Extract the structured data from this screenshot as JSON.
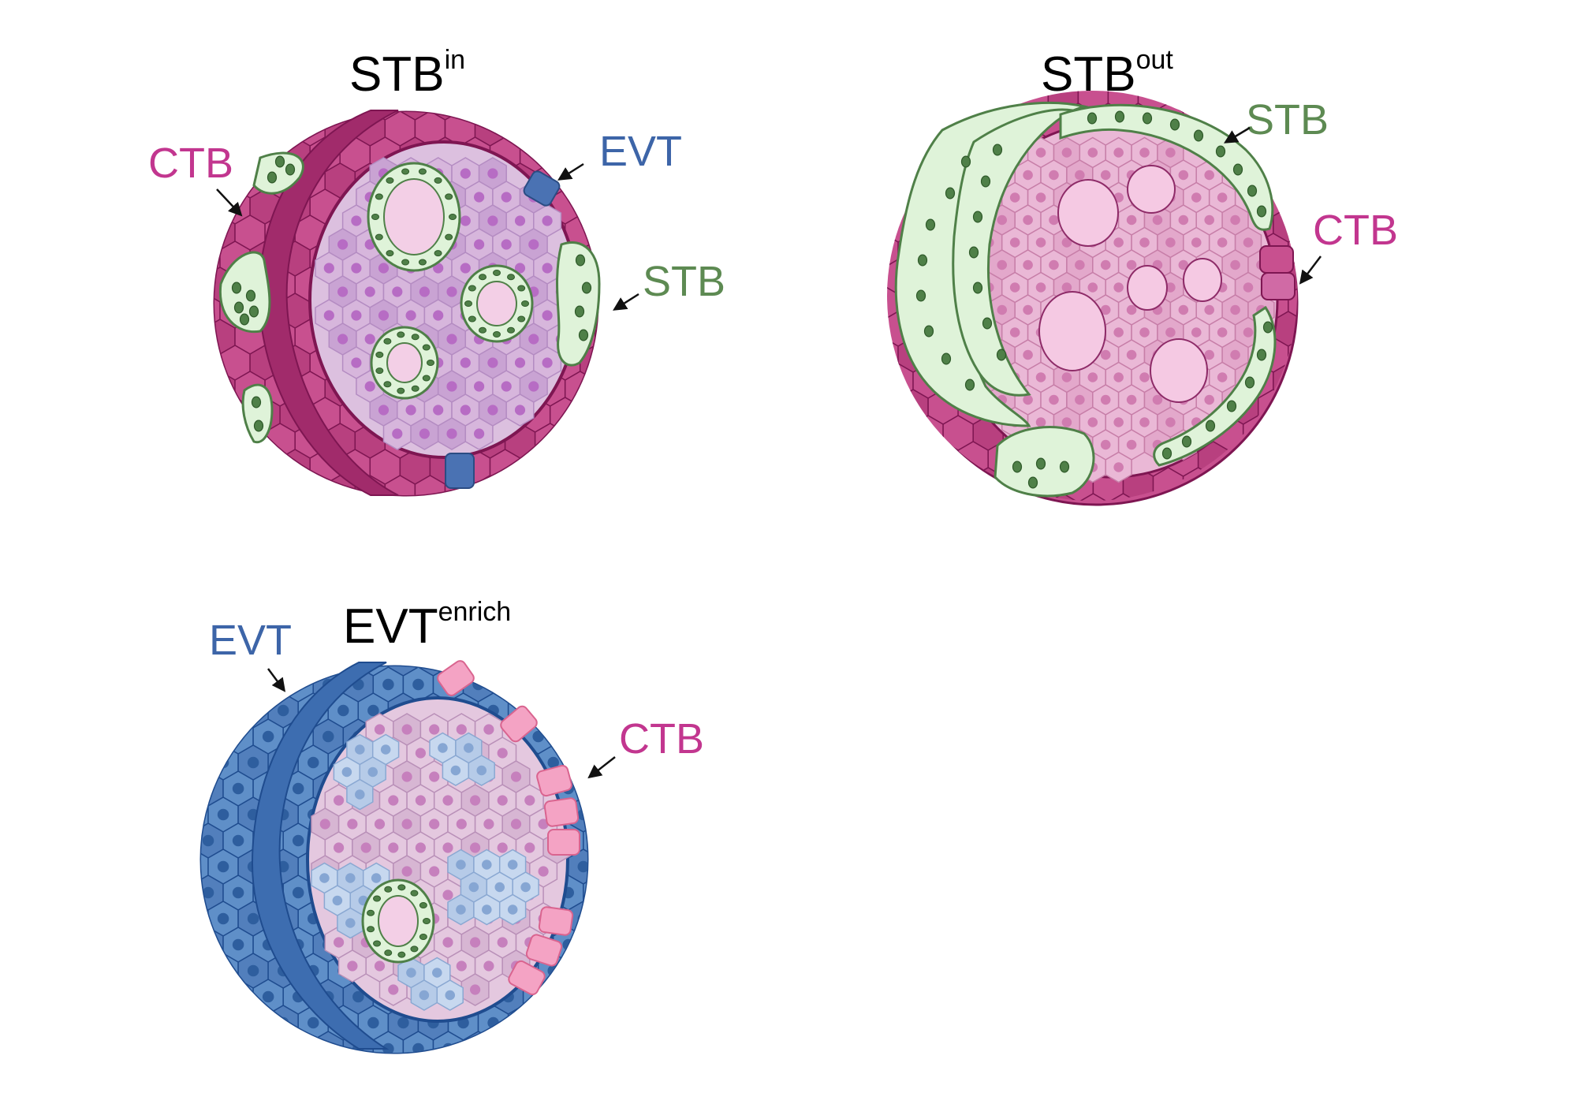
{
  "colors": {
    "ctb": "#c2368f",
    "evt": "#3d65a8",
    "stb": "#5d8a52",
    "ctb_cell_dark": "#b8407f",
    "ctb_cell_light": "#d97bb0",
    "stb_fill": "#dff3d9",
    "stb_nucleus": "#4f8048",
    "evt_cell": "#5f8fc8",
    "evt_cell_light": "#c7d8ef",
    "pink_core": "#e9b8d6",
    "ctb_pink_light": "#f4a3c4"
  },
  "panels": {
    "stb_in": {
      "title_main": "STB",
      "title_sup": "in",
      "labels": {
        "ctb": "CTB",
        "evt": "EVT",
        "stb": "STB"
      }
    },
    "stb_out": {
      "title_main": "STB",
      "title_sup": "out",
      "labels": {
        "stb": "STB",
        "ctb": "CTB"
      }
    },
    "evt_enrich": {
      "title_main": "EVT",
      "title_sup": "enrich",
      "labels": {
        "evt": "EVT",
        "ctb": "CTB"
      }
    }
  }
}
